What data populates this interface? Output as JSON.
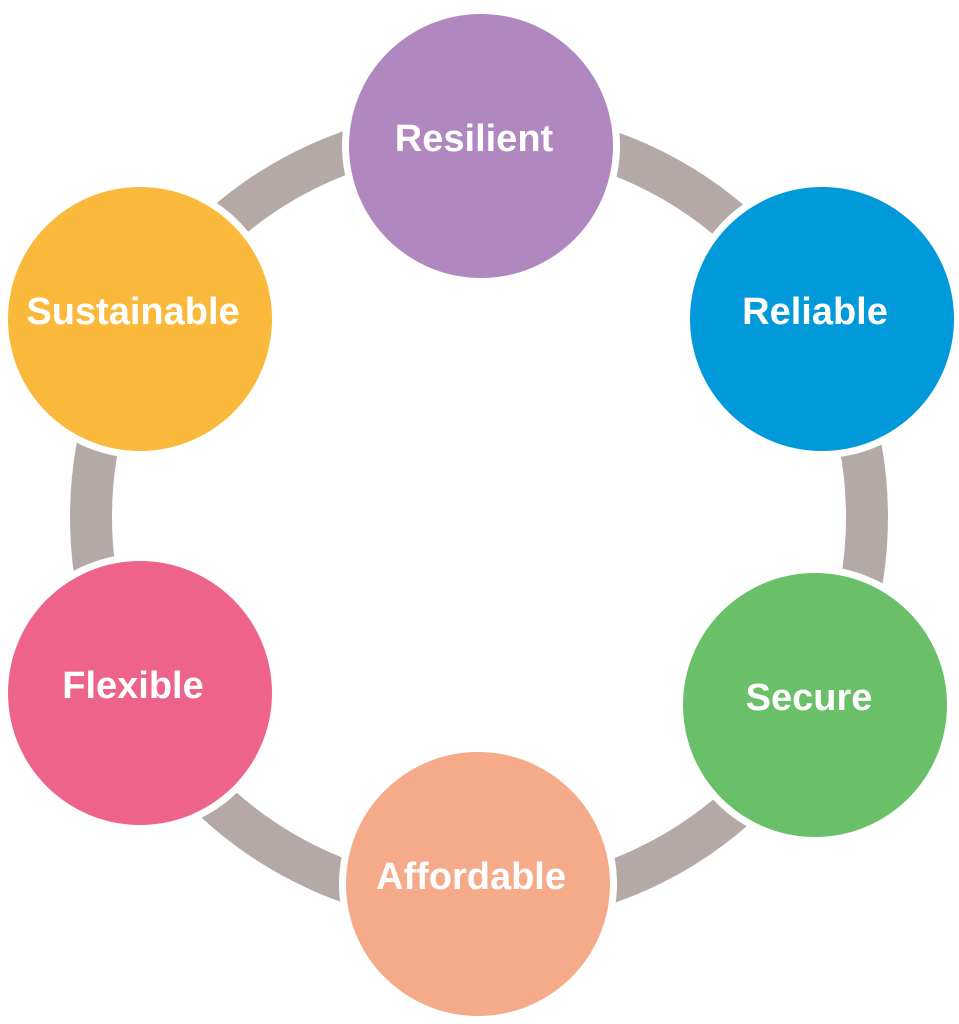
{
  "diagram": {
    "ring_color": "#b5a9a7",
    "nodes": [
      {
        "id": "resilient",
        "label": "Resilient",
        "color": "#b088bf"
      },
      {
        "id": "reliable",
        "label": "Reliable",
        "color": "#0099d9"
      },
      {
        "id": "secure",
        "label": "Secure",
        "color": "#6abf69"
      },
      {
        "id": "affordable",
        "label": "Affordable",
        "color": "#f5aa8a"
      },
      {
        "id": "flexible",
        "label": "Flexible",
        "color": "#ee638a"
      },
      {
        "id": "sustainable",
        "label": "Sustainable",
        "color": "#fbb93b"
      }
    ]
  }
}
